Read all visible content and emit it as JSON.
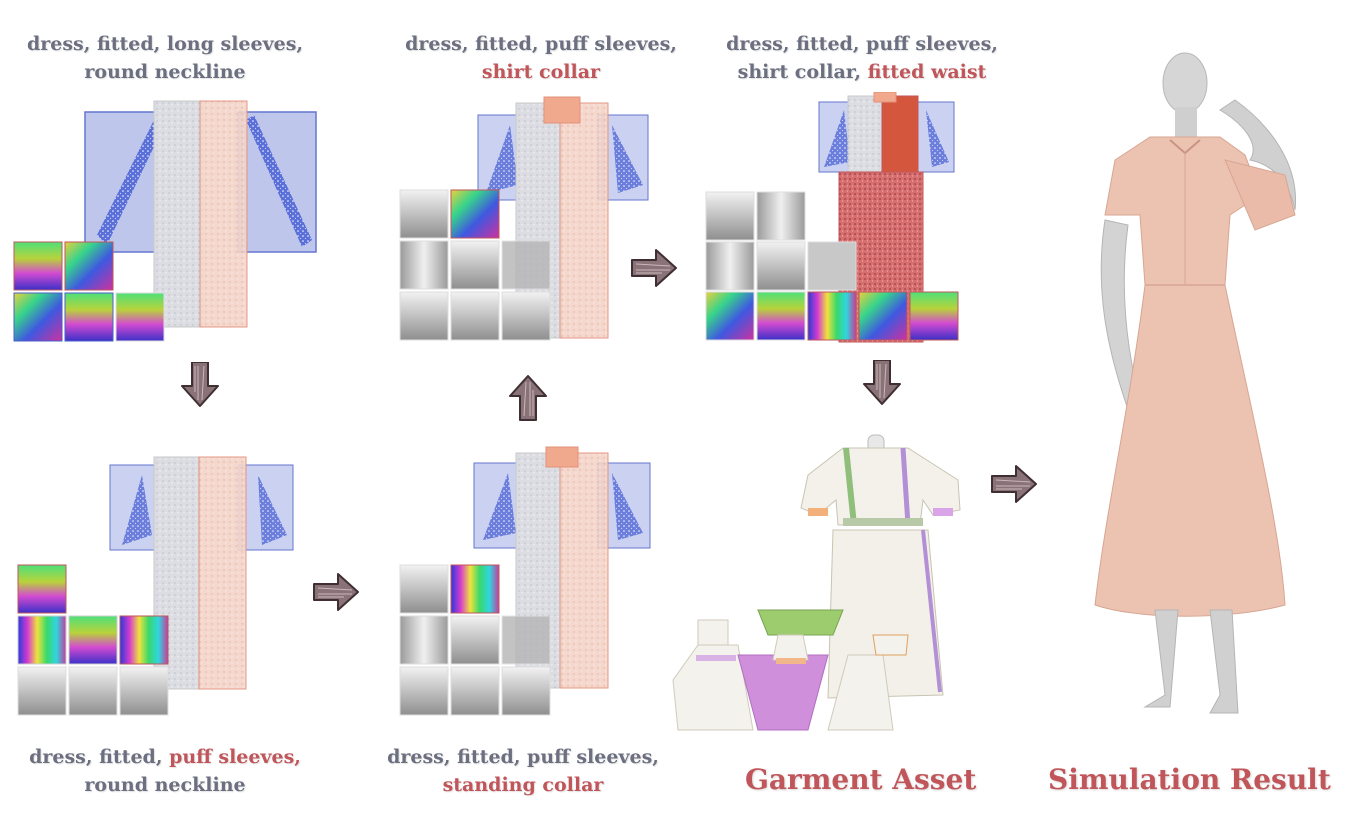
{
  "captions": {
    "step1": {
      "line1": "dress, fitted, long sleeves,",
      "line2": "round neckline"
    },
    "step2": {
      "line1": "dress, fitted, ",
      "line1_hl": "puff sleeves,",
      "line2": "round neckline"
    },
    "step3": {
      "line1": "dress, fitted, puff sleeves,",
      "line2_hl": "standing collar"
    },
    "step4": {
      "line1": "dress, fitted, puff sleeves,",
      "line2_hl": "shirt collar"
    },
    "step5": {
      "line1": "dress, fitted, puff sleeves,",
      "line2": "shirt collar, ",
      "line2_hl": "fitted waist"
    }
  },
  "labels": {
    "garment_asset": "Garment Asset",
    "simulation_result": "Simulation Result"
  },
  "colors": {
    "highlight": "#c0565a",
    "caption_text": "#6b6f80",
    "sleeve_blue": "#4a5fc7",
    "body_red": "#e3907a",
    "arrow_fill": "#8a7378"
  }
}
